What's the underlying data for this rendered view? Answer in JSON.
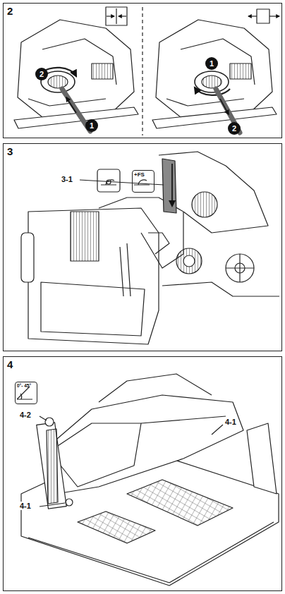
{
  "diagram": {
    "nodes": [
      {
        "text": [
          "2"
        ]
      },
      {
        "text": [
          "3"
        ]
      },
      {
        "text": [
          "4"
        ]
      },
      {
        "text": [
          "2"
        ],
        "in": 0
      },
      {
        "text": [
          "1"
        ],
        "in": 0
      },
      {
        "text": [
          "1"
        ],
        "in": 0
      },
      {
        "text": [
          "2"
        ],
        "in": 0
      },
      {
        "text": [
          "+FS"
        ],
        "in": 1
      },
      {
        "text": [
          "0°- 45°"
        ],
        "in": 2
      }
    ],
    "labels": [
      "3-1",
      "4-2",
      "4-1",
      "4-1"
    ]
  }
}
